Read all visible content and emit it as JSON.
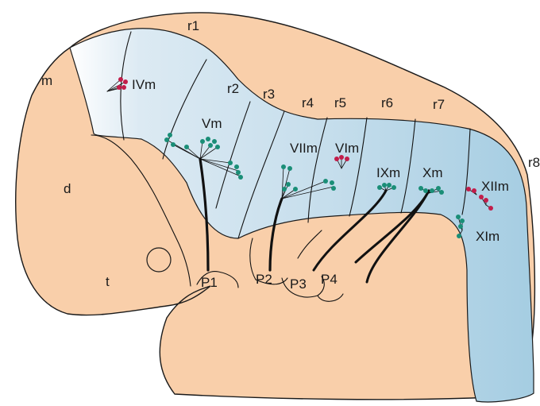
{
  "labels": {
    "m": "m",
    "d": "d",
    "t": "t",
    "r1": "r1",
    "r2": "r2",
    "r3": "r3",
    "r4": "r4",
    "r5": "r5",
    "r6": "r6",
    "r7": "r7",
    "r8": "r8",
    "IVm": "IVm",
    "Vm": "Vm",
    "VIIm": "VIIm",
    "VIm": "VIm",
    "IXm": "IXm",
    "Xm": "Xm",
    "XIIm": "XIIm",
    "XIm": "XIm",
    "P1": "P1",
    "P2": "P2",
    "P3": "P3",
    "P4": "P4"
  },
  "colors": {
    "embryo": "#f9cfaa",
    "hindbrain_light": "#dceaf3",
    "hindbrain_dark": "#a5cde2",
    "outline": "#1a1a1a",
    "neuron_teal": "#1a8e77",
    "neuron_crimson": "#c21d4a"
  }
}
